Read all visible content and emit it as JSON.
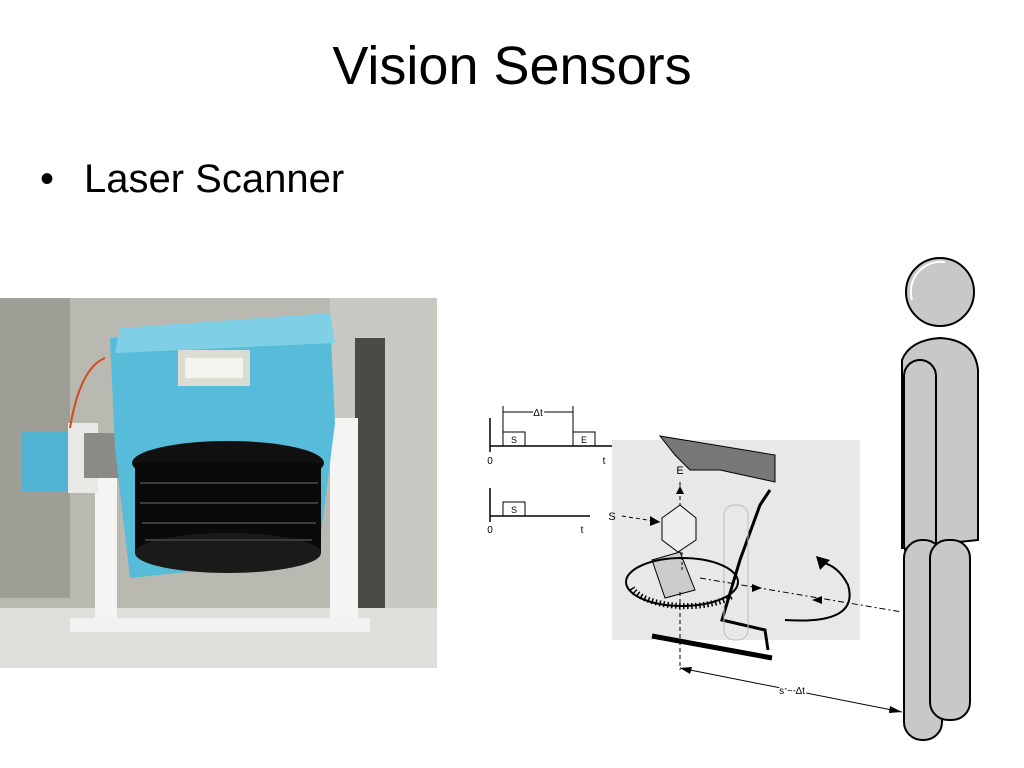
{
  "slide": {
    "title": "Vision Sensors",
    "bullets": [
      {
        "text": "Laser Scanner"
      }
    ]
  },
  "diagram": {
    "timing_top": {
      "pulse_start": "S",
      "pulse_end": "E",
      "delta": "Δt",
      "origin": "0",
      "time_axis": "t"
    },
    "timing_bottom": {
      "pulse": "S",
      "origin": "0",
      "time_axis": "t"
    },
    "label_E": "E",
    "label_S": "S",
    "distance_formula": "s ~ Δt"
  }
}
